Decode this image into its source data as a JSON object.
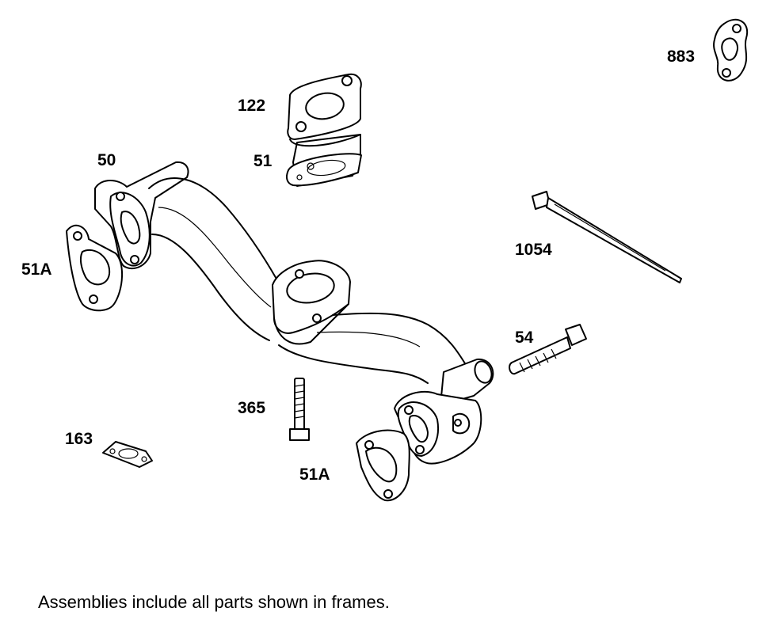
{
  "labels": {
    "p883": "883",
    "p122": "122",
    "p51": "51",
    "p50": "50",
    "p1054": "1054",
    "p51a_left": "51A",
    "p54": "54",
    "p365": "365",
    "p163": "163",
    "p51a_bottom": "51A"
  },
  "footnote": "Assemblies include all parts shown in frames."
}
